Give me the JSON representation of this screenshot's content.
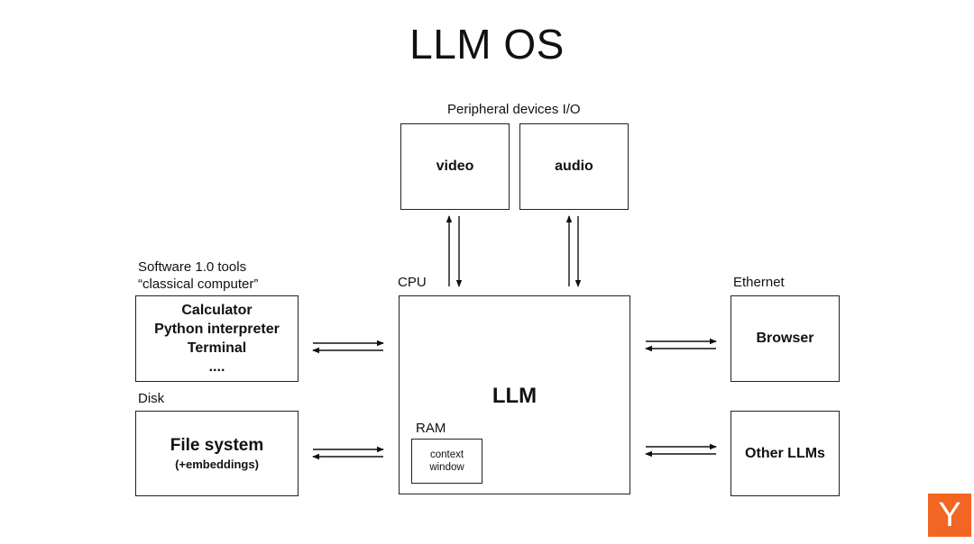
{
  "title": "LLM OS",
  "peripheral": {
    "label": "Peripheral devices I/O",
    "video": "video",
    "audio": "audio"
  },
  "tools": {
    "label_line1": "Software 1.0 tools",
    "label_line2": "“classical computer”",
    "items": [
      "Calculator",
      "Python interpreter",
      "Terminal",
      "...."
    ]
  },
  "disk": {
    "label": "Disk",
    "main": "File system",
    "sub": "(+embeddings)"
  },
  "cpu": {
    "label": "CPU",
    "llm": "LLM",
    "ram_label": "RAM",
    "context_line1": "context",
    "context_line2": "window"
  },
  "ethernet": {
    "label": "Ethernet",
    "browser": "Browser",
    "other_llms": "Other LLMs"
  },
  "logo": {
    "text": "Y",
    "color": "#f26522"
  }
}
